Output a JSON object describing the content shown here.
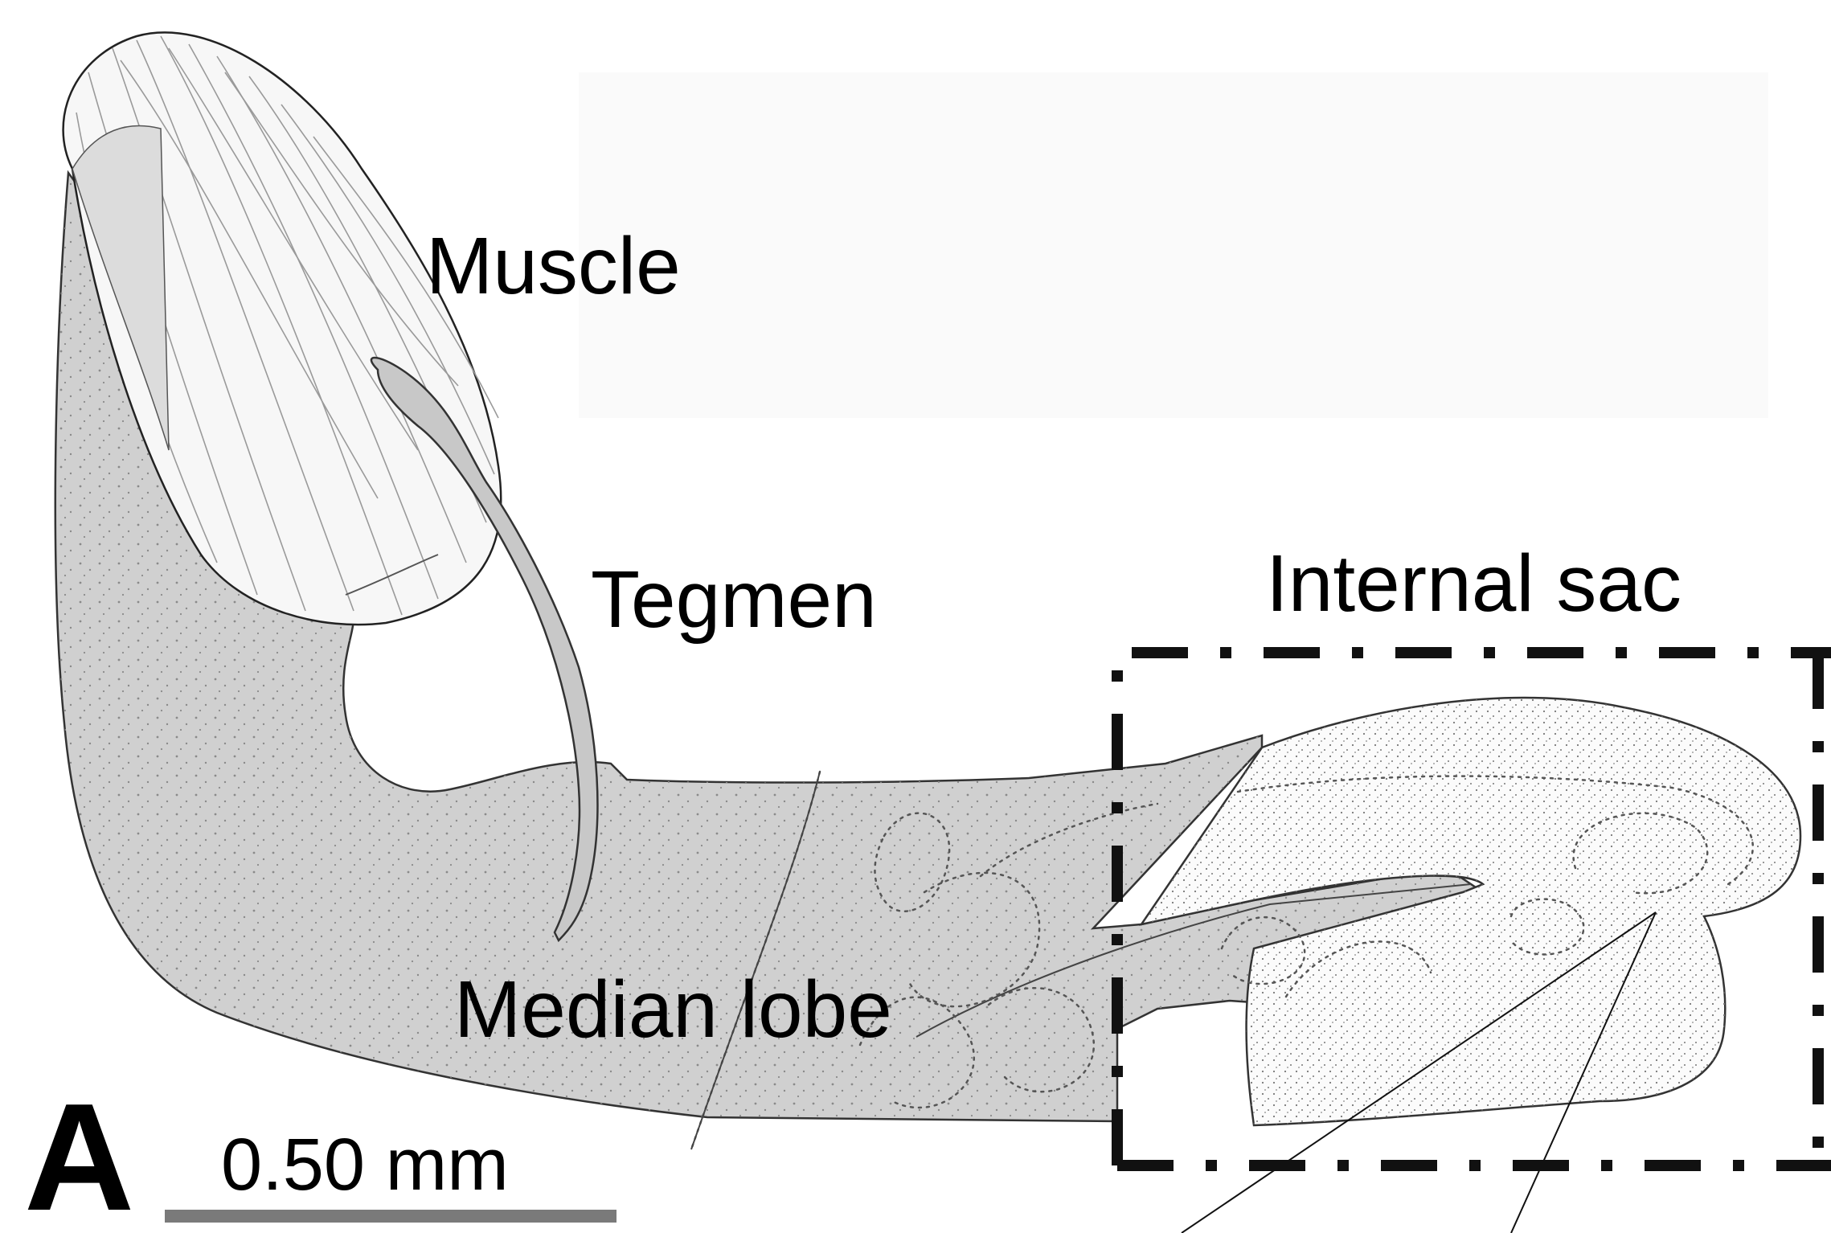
{
  "figure": {
    "panel_letter": "A",
    "labels": {
      "muscle": "Muscle",
      "tegmen": "Tegmen",
      "median_lobe": "Median lobe",
      "internal_sac": "Internal sac"
    },
    "scale_bar": {
      "text": "0.50 mm",
      "color": "#7a7a7a"
    },
    "colors": {
      "sclerite_fill": "#d0d0d0",
      "outline": "#333333",
      "dashed_box": "#111111"
    }
  }
}
